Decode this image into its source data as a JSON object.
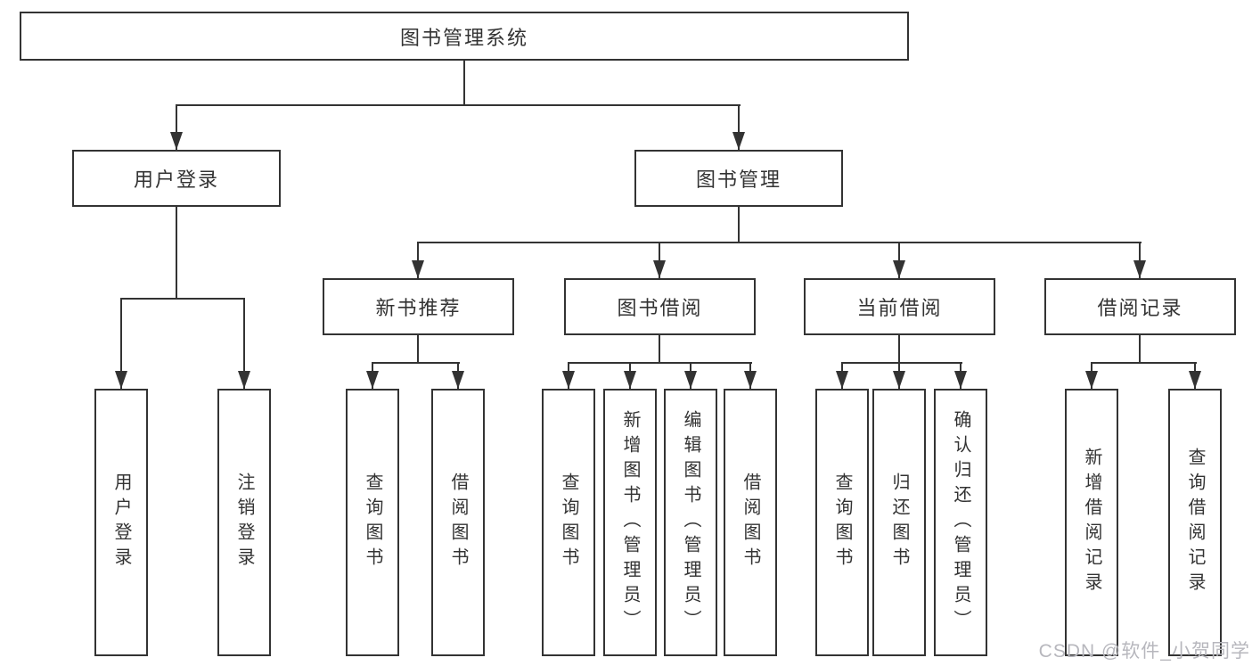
{
  "title": "图书管理系统",
  "colors": {
    "line": "#333333",
    "text": "#333333",
    "box-bg": "#ffffff",
    "watermark": "#b7b7bd",
    "background": "#ffffff"
  },
  "nodes": {
    "root": "图书管理系统",
    "level2": [
      "用户登录",
      "图书管理"
    ],
    "level3": [
      "新书推荐",
      "图书借阅",
      "当前借阅",
      "借阅记录"
    ],
    "leaves": [
      "用户登录",
      "注销登录",
      "查询图书",
      "借阅图书",
      "查询图书",
      "新增图书（管理员）",
      "编辑图书（管理员）",
      "借阅图书",
      "查询图书",
      "归还图书",
      "确认归还（管理员）",
      "新增借阅记录",
      "查询借阅记录"
    ]
  },
  "watermark": "CSDN @软件_小贺同学"
}
